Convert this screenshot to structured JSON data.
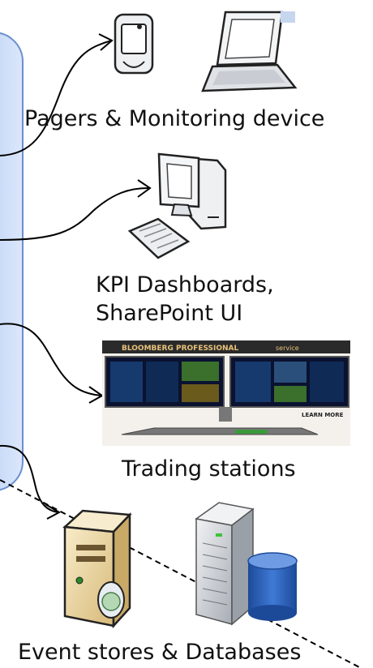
{
  "labels": {
    "pagers": "Pagers & Monitoring device",
    "kpi_line1": "KPI Dashboards,",
    "kpi_line2": "SharePoint UI",
    "trading": "Trading stations",
    "stores": "Event stores & Databases"
  },
  "screen_banner": {
    "brand": "BLOOMBERG PROFESSIONAL",
    "suffix": "service",
    "cta": "LEARN MORE"
  },
  "colors": {
    "panel_fill": "#c9daf8",
    "panel_stroke": "#6a8fd0",
    "arrow": "#000000",
    "screen_bg": "#0a1230",
    "banner_text": "#e8c27a",
    "db_cylinder": "#2f63b8"
  },
  "icons": [
    "pda-icon",
    "laptop-icon",
    "desktop-computer-icon",
    "trading-screens-image",
    "server-icon",
    "database-server-icon"
  ]
}
